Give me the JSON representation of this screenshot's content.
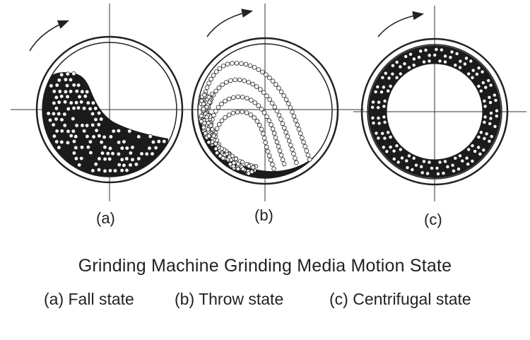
{
  "panels": [
    {
      "id": "a",
      "label": "(a)",
      "state": "fall"
    },
    {
      "id": "b",
      "label": "(b)",
      "state": "throw"
    },
    {
      "id": "c",
      "label": "(c)",
      "state": "centrifugal"
    }
  ],
  "caption": {
    "title": "Grinding Machine Grinding Media Motion State",
    "legend": [
      "(a) Fall state",
      "(b) Throw state",
      "(c) Centrifugal state"
    ]
  },
  "colors": {
    "line": "#222222",
    "ball_fill": "#ffffff",
    "media_mass": "#1b1b1b",
    "background": "#ffffff"
  },
  "icons": [
    "rotation-arrow-icon"
  ]
}
